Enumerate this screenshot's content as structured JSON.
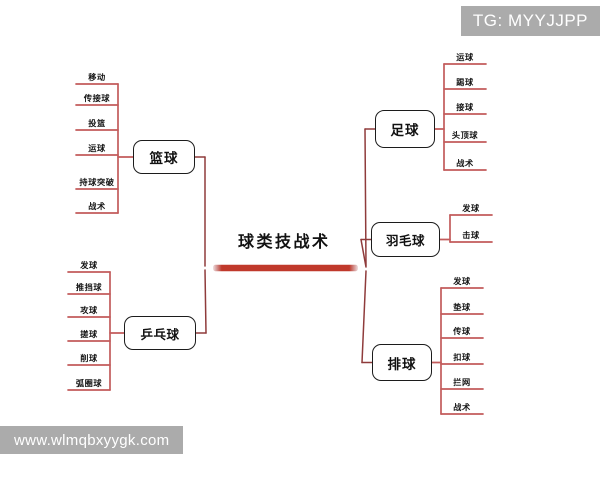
{
  "diagram": {
    "type": "mind-map",
    "center": "球类技战术",
    "spine_color": "#c0392b",
    "branch_color": "#8f3b3b",
    "leaf_line_color": "#c25b5b",
    "node_border_color": "#1c1c1c",
    "branches": [
      {
        "id": "basketball",
        "label": "篮球",
        "side": "left",
        "leaves": [
          "移动",
          "传接球",
          "投篮",
          "运球",
          "持球突破",
          "战术"
        ]
      },
      {
        "id": "table-tennis",
        "label": "乒乓球",
        "side": "left",
        "leaves": [
          "发球",
          "推挡球",
          "攻球",
          "搓球",
          "削球",
          "弧圈球"
        ]
      },
      {
        "id": "football",
        "label": "足球",
        "side": "right",
        "leaves": [
          "运球",
          "踢球",
          "接球",
          "头顶球",
          "战术"
        ]
      },
      {
        "id": "badminton",
        "label": "羽毛球",
        "side": "right",
        "leaves": [
          "发球",
          "击球"
        ]
      },
      {
        "id": "volleyball",
        "label": "排球",
        "side": "right",
        "leaves": [
          "发球",
          "垫球",
          "传球",
          "扣球",
          "拦网",
          "战术"
        ]
      }
    ]
  },
  "watermarks": {
    "telegram": "TG: MYYJJPP",
    "url": "www.wlmqbxyygk.com"
  }
}
